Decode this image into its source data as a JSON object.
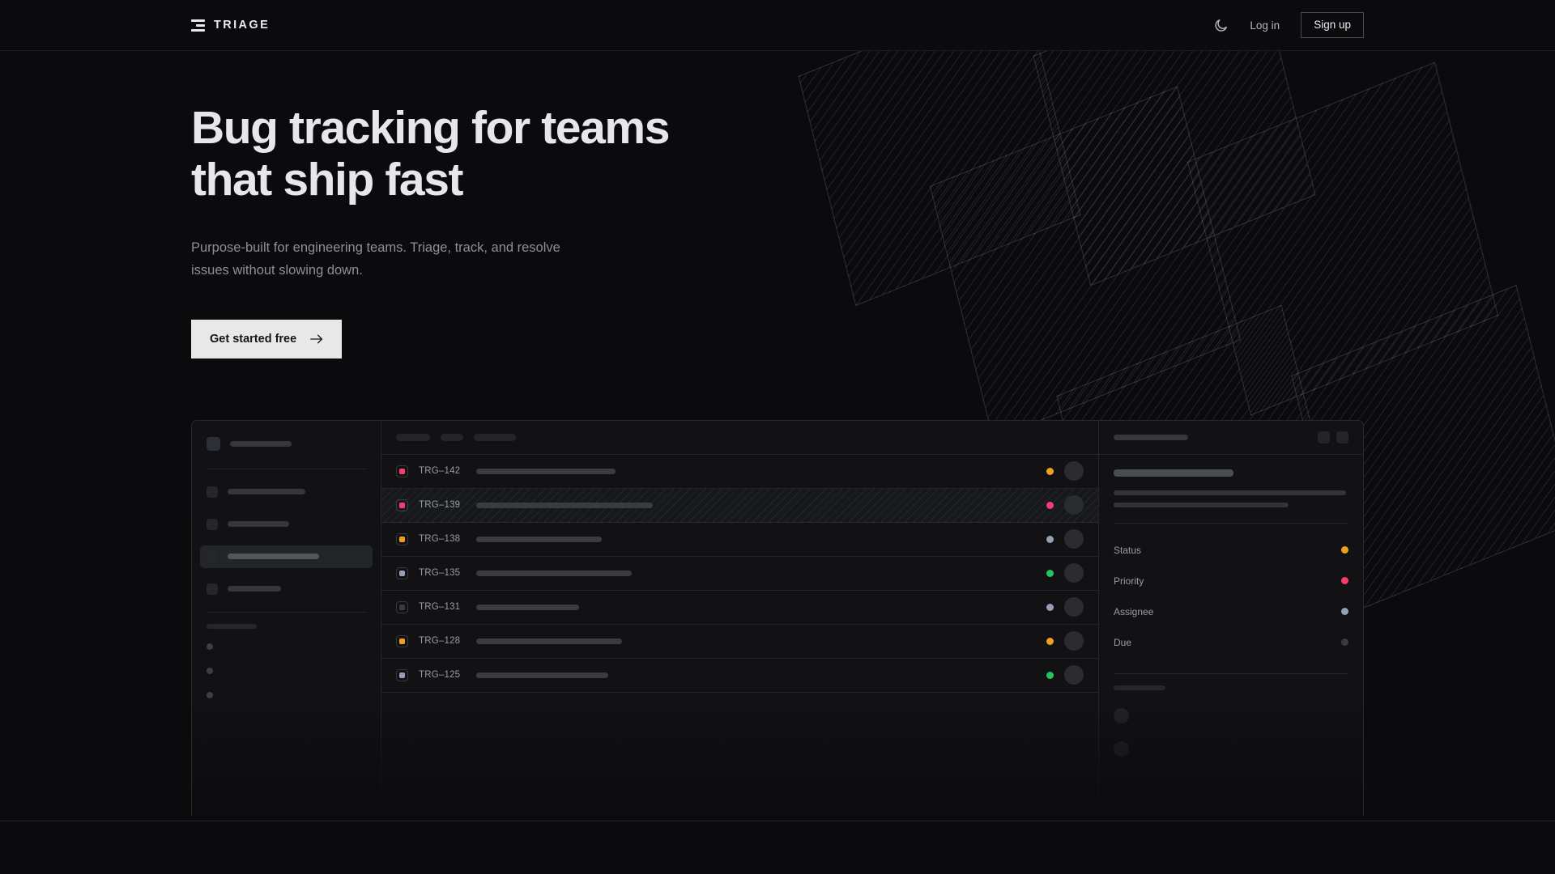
{
  "brand": {
    "name": "TRIAGE",
    "mark_icon": "triage-bars-icon"
  },
  "nav": {
    "theme_toggle_icon": "moon-icon",
    "login_label": "Log in",
    "signup_label": "Sign up"
  },
  "hero": {
    "title_line1": "Bug tracking for teams",
    "title_line2": "that ship fast",
    "subtitle": "Purpose-built for engineering teams. Triage, track, and resolve issues without slowing down.",
    "cta_label": "Get started free",
    "cta_icon": "arrow-right-icon"
  },
  "colors": {
    "page_bg": "#0b0b0d",
    "panel_bg": "#121214",
    "text_primary": "#e6e7e9",
    "text_muted": "#8d9097",
    "cta_bg": "#e8e8e8",
    "status_amber": "#f0a020",
    "status_pink": "#f43f6e",
    "status_green": "#22c55e",
    "status_slate": "#93a0b5",
    "status_idle": "#3a3c40"
  },
  "mockup": {
    "sidebar": {
      "workspace_skeleton_width": 76,
      "nav_items": [
        {
          "name": "nav-item-1",
          "width": 96,
          "active": false
        },
        {
          "name": "nav-item-2",
          "width": 76,
          "active": false
        },
        {
          "name": "nav-item-3",
          "width": 113,
          "active": true
        },
        {
          "name": "nav-item-4",
          "width": 66,
          "active": false
        }
      ],
      "section_label_width": 62,
      "project_dots": 3
    },
    "list": {
      "toolbar_chips": [
        42,
        28,
        52
      ],
      "columns": [
        "id",
        "title",
        "status",
        "assignee"
      ],
      "rows": [
        {
          "id": "TRG–142",
          "priority_color": "#f43f6e",
          "title_width": 172,
          "status_color": "#f0a020",
          "selected": false
        },
        {
          "id": "TRG–139",
          "priority_color": "#f43f6e",
          "title_width": 218,
          "status_color": "#f43f6e",
          "selected": true
        },
        {
          "id": "TRG–138",
          "priority_color": "#f0a020",
          "title_width": 155,
          "status_color": "#93a0b5",
          "selected": false
        },
        {
          "id": "TRG–135",
          "priority_color": "#93a0b5",
          "title_width": 192,
          "status_color": "#22c55e",
          "selected": false
        },
        {
          "id": "TRG–131",
          "priority_color": "#3a3c40",
          "title_width": 127,
          "status_color": "#93a0b5",
          "selected": false
        },
        {
          "id": "TRG–128",
          "priority_color": "#f0a020",
          "title_width": 180,
          "status_color": "#f0a020",
          "selected": false
        },
        {
          "id": "TRG–125",
          "priority_color": "#93a0b5",
          "title_width": 163,
          "status_color": "#22c55e",
          "selected": false
        }
      ]
    },
    "detail": {
      "header_skeleton_width": 92,
      "header_buttons": [
        "detail-action-1",
        "detail-action-2"
      ],
      "title_skeleton_width": 148,
      "body_line_widths": [
        287,
        216
      ],
      "meta": [
        {
          "label": "Status",
          "color": "#f0a020"
        },
        {
          "label": "Priority",
          "color": "#f43f6e"
        },
        {
          "label": "Assignee",
          "color": "#93a0b5"
        },
        {
          "label": "Due",
          "color": "#3a3c40"
        }
      ],
      "activity_label_width": 64,
      "comment_avatars": 2
    }
  }
}
